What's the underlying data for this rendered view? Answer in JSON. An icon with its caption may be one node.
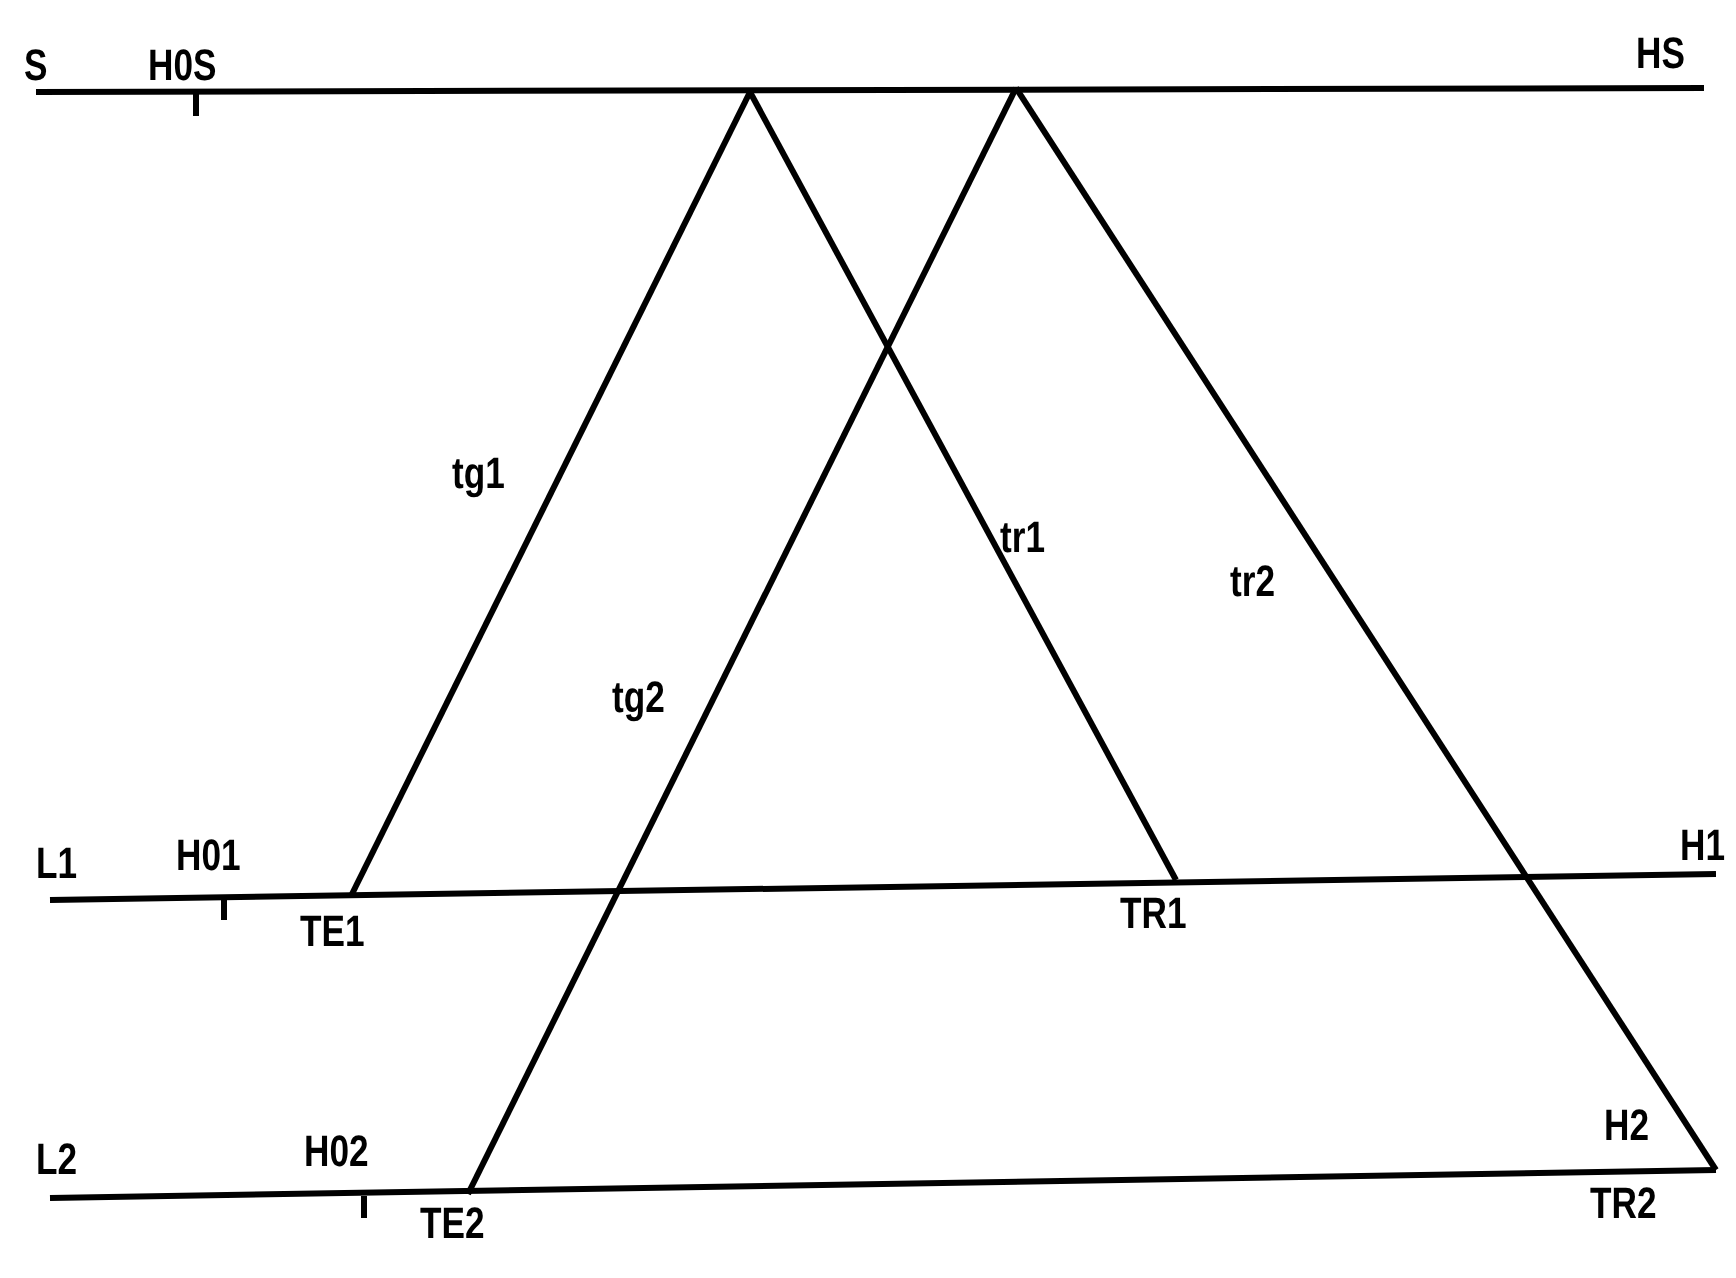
{
  "diagram": {
    "labels": [
      "S",
      "H0S",
      "HS",
      "tg1",
      "tr1",
      "tr2",
      "tg2",
      "L1",
      "H01",
      "H1",
      "TE1",
      "TR1",
      "L2",
      "H02",
      "H2",
      "TE2",
      "TR2"
    ]
  }
}
